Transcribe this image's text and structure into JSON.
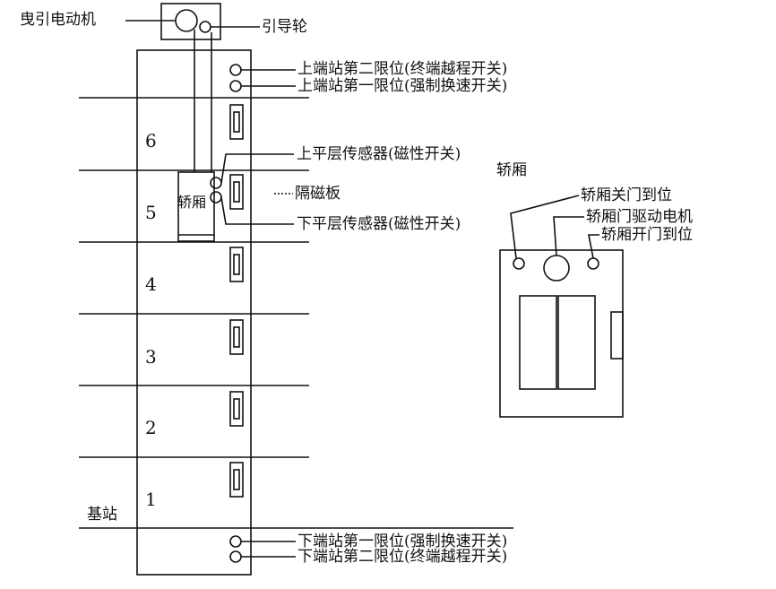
{
  "labels": {
    "traction_motor": "曳引电动机",
    "guide_wheel": "引导轮",
    "upper_limit_2": "上端站第二限位(终端越程开关)",
    "upper_limit_1": "上端站第一限位(强制换速开关)",
    "upper_level_sensor": "上平层传感器(磁性开关)",
    "isolation_plate": "隔磁板",
    "lower_level_sensor": "下平层传感器(磁性开关)",
    "car_in_shaft": "轿厢",
    "base_station": "基站",
    "lower_limit_1": "下端站第一限位(强制换速开关)",
    "lower_limit_2": "下端站第二限位(终端越程开关)",
    "car_title": "轿厢",
    "door_closed": "轿厢关门到位",
    "door_motor": "轿厢门驱动电机",
    "door_open": "轿厢开门到位"
  },
  "floors": [
    "6",
    "5",
    "4",
    "3",
    "2",
    "1"
  ]
}
